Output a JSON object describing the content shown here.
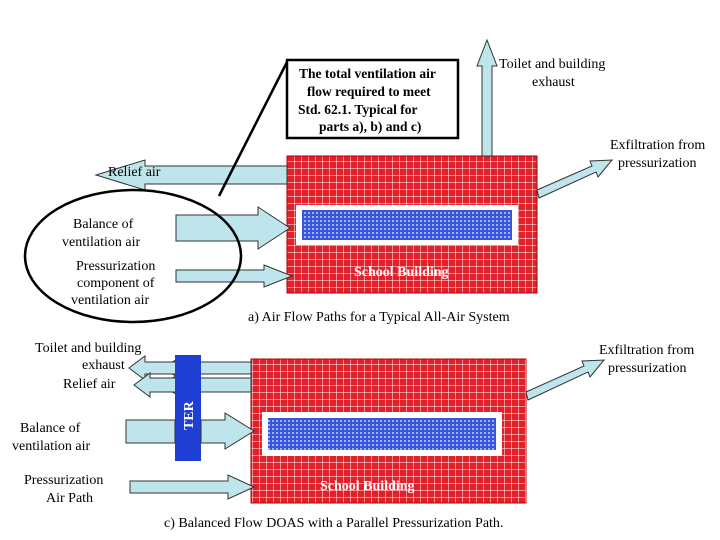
{
  "colors": {
    "building_red": "#e2202a",
    "grid_line": "#ffffff",
    "duct_blue": "#3a55d8",
    "arrow_fill": "#bfe5ec",
    "arrow_stroke": "#333333",
    "ter_blue": "#1f3fd4"
  },
  "callout": {
    "lines": [
      "The total ventilation air",
      "flow required to meet",
      "Std. 62.1.  Typical for",
      "parts a), b) and c)"
    ]
  },
  "part_a": {
    "caption": "a)  Air Flow Paths for a Typical All-Air System",
    "building_label": "School Building",
    "labels": {
      "toilet_exhaust": [
        "Toilet and building",
        "exhaust"
      ],
      "relief_air": "Relief air",
      "exfiltration": [
        "Exfiltration from",
        "pressurization"
      ],
      "balance_ventilation": [
        "Balance of",
        "ventilation air"
      ],
      "pressurization_component": [
        "Pressurization",
        "component of",
        "ventilation air"
      ]
    }
  },
  "part_c": {
    "caption": "c)  Balanced Flow DOAS with a Parallel Pressurization Path.",
    "building_label": "School Building",
    "ter_label": "TER",
    "labels": {
      "toilet_exhaust": [
        "Toilet and building",
        "exhaust"
      ],
      "relief_air": "Relief air",
      "exfiltration": [
        "Exfiltration from",
        "pressurization"
      ],
      "balance_ventilation": [
        "Balance of",
        "ventilation air"
      ],
      "pressurization_path": [
        "Pressurization",
        "Air Path"
      ]
    }
  }
}
